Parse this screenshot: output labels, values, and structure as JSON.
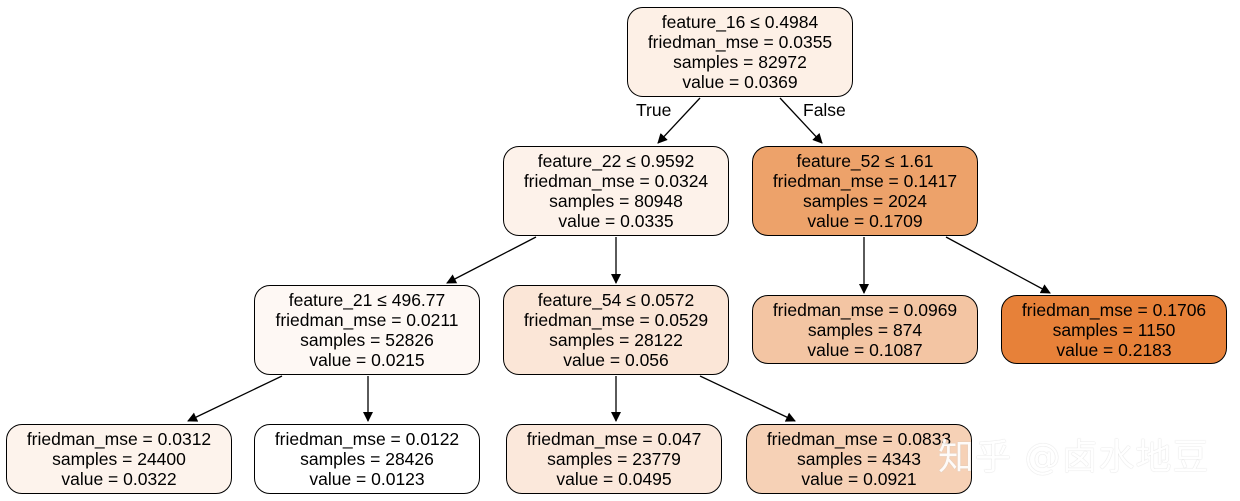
{
  "tree": {
    "nodes": {
      "n0": {
        "lines": [
          "feature_16 ≤ 0.4984",
          "friedman_mse = 0.0355",
          "samples = 82972",
          "value = 0.0369"
        ],
        "fill": "#fdf0e6"
      },
      "n1": {
        "lines": [
          "feature_22 ≤ 0.9592",
          "friedman_mse = 0.0324",
          "samples = 80948",
          "value = 0.0335"
        ],
        "fill": "#fdf2ea"
      },
      "n2": {
        "lines": [
          "feature_21 ≤ 496.77",
          "friedman_mse = 0.0211",
          "samples = 52826",
          "value = 0.0215"
        ],
        "fill": "#fef8f4"
      },
      "n3": {
        "lines": [
          "friedman_mse = 0.0312",
          "samples = 24400",
          "value = 0.0322"
        ],
        "fill": "#fdf3ec"
      },
      "n4": {
        "lines": [
          "friedman_mse = 0.0122",
          "samples = 28426",
          "value = 0.0123"
        ],
        "fill": "#ffffff"
      },
      "n5": {
        "lines": [
          "feature_54 ≤ 0.0572",
          "friedman_mse = 0.0529",
          "samples = 28122",
          "value = 0.056"
        ],
        "fill": "#fbe6d7"
      },
      "n6": {
        "lines": [
          "friedman_mse = 0.047",
          "samples = 23779",
          "value = 0.0495"
        ],
        "fill": "#fbe8db"
      },
      "n7": {
        "lines": [
          "friedman_mse = 0.0833",
          "samples = 4343",
          "value = 0.0921"
        ],
        "fill": "#f6d1b6"
      },
      "n8": {
        "lines": [
          "feature_52 ≤ 1.61",
          "friedman_mse = 0.1417",
          "samples = 2024",
          "value = 0.1709"
        ],
        "fill": "#eda26a"
      },
      "n9": {
        "lines": [
          "friedman_mse = 0.0969",
          "samples = 874",
          "value = 0.1087"
        ],
        "fill": "#f3c5a3"
      },
      "n10": {
        "lines": [
          "friedman_mse = 0.1706",
          "samples = 1150",
          "value = 0.2183"
        ],
        "fill": "#e78139"
      }
    },
    "edge_labels": {
      "true_label": "True",
      "false_label": "False"
    }
  },
  "watermark": {
    "text": "知乎 @卤水地豆"
  }
}
